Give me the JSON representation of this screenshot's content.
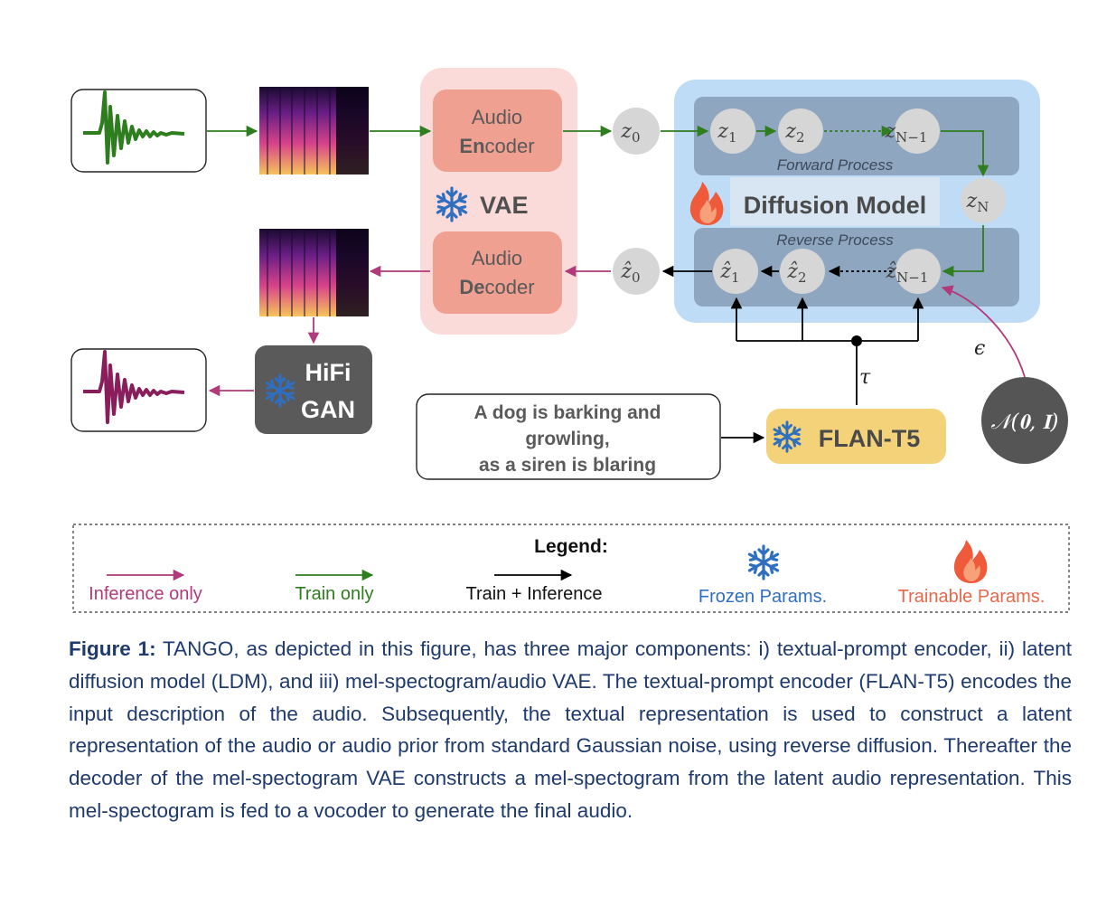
{
  "vae": {
    "encoder_line1": "Audio",
    "encoder_line2_bold": "En",
    "encoder_line2_rest": "coder",
    "decoder_line1": "Audio",
    "decoder_line2_bold": "De",
    "decoder_line2_rest": "coder",
    "label": "VAE"
  },
  "latents": {
    "z0_base": "z",
    "z0_sub": "0",
    "z1_base": "z",
    "z1_sub": "1",
    "z2_base": "z",
    "z2_sub": "2",
    "zN1_base": "z",
    "zN1_sub": "N−1",
    "zN_base": "z",
    "zN_sub": "N",
    "zh0_base": "ẑ",
    "zh0_sub": "0",
    "zh1_base": "ẑ",
    "zh1_sub": "1",
    "zh2_base": "ẑ",
    "zh2_sub": "2",
    "zhN1_base": "ẑ",
    "zhN1_sub": "N−1"
  },
  "diffusion": {
    "title": "Diffusion Model",
    "forward": "Forward Process",
    "reverse": "Reverse Process"
  },
  "hifigan": {
    "line1": "HiFi",
    "line2": "GAN"
  },
  "prompt": {
    "line1": "A dog is barking and",
    "line2": "growling,",
    "line3": "as a siren is blaring"
  },
  "flan": {
    "label": "FLAN-T5"
  },
  "noise": {
    "label": "𝒩(𝟎, 𝐈)"
  },
  "symbols": {
    "tau": "τ",
    "epsilon": "ϵ"
  },
  "legend": {
    "title": "Legend:",
    "inference_only": "Inference only",
    "train_only": "Train only",
    "train_inference": "Train + Inference",
    "frozen": "Frozen Params.",
    "trainable": "Trainable Params."
  },
  "colors": {
    "inference": "#b03a7a",
    "train": "#2e7d1e",
    "both": "#000000",
    "frozen": "#2f6fc0",
    "trainable": "#e8684a",
    "caption": "#1e3a6e"
  },
  "caption": {
    "label": "Figure 1:",
    "text": " TANGO, as depicted in this figure, has three major components: i) textual-prompt encoder, ii) latent diffusion model (LDM), and iii) mel-spectogram/audio VAE. The textual-prompt encoder (FLAN-T5) encodes the input description of the audio. Subsequently, the textual representation is used to construct a latent representation of the audio or audio prior from standard Gaussian noise, using reverse diffusion. Thereafter the decoder of the mel-spectogram VAE constructs a mel-spectogram from the latent audio representation. This mel-spectogram is fed to a vocoder to generate the final audio."
  }
}
